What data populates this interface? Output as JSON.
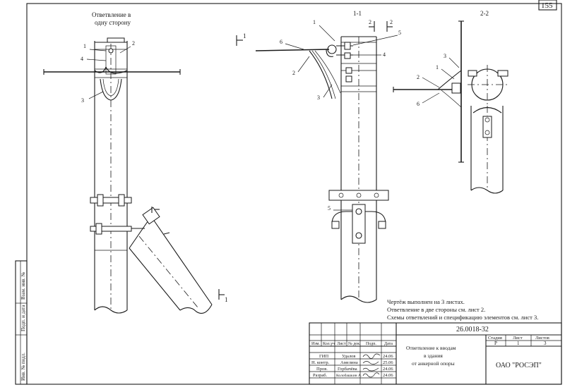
{
  "sheet": {
    "page_number": "155",
    "doc_code": "26.0018-32",
    "org": "ОАО \"РОСЭП\""
  },
  "views": {
    "view1_title_line1": "Ответвление в",
    "view1_title_line2": "одну сторону",
    "section_1_1": "1-1",
    "section_2_2": "2-2",
    "cut_mark_top": "1",
    "cut_mark_bottom": "1",
    "cut2_left": "2",
    "cut2_right": "2"
  },
  "callouts": {
    "v1": [
      "1",
      "4",
      "2",
      "3"
    ],
    "v2": [
      "1",
      "5",
      "6",
      "4",
      "2",
      "3",
      "5"
    ],
    "v3": [
      "3",
      "1",
      "2",
      "6"
    ]
  },
  "notes": [
    "Чертёж выполнен на 3 листах.",
    "Ответвление в две стороны см. лист 2.",
    "Схемы ответвлений и спецификацию элементов см. лист 3."
  ],
  "title_block": {
    "headers": [
      "Изм.",
      "Кол.уч",
      "Лист",
      "№ док.",
      "Подп.",
      "Дата"
    ],
    "roles": [
      {
        "role": "ГИП",
        "name": "Удалов",
        "date": "24.06"
      },
      {
        "role": "Н. контр.",
        "name": "Амелина",
        "date": "25.06"
      },
      {
        "role": "Пров.",
        "name": "Горбачёва",
        "date": "24.06"
      },
      {
        "role": "Разраб.",
        "name": "Колобашкин А.",
        "date": "24.06"
      }
    ],
    "title_lines": [
      "Ответвление к вводам",
      "в здания",
      "от анкерной опоры"
    ],
    "stage_header": "Стадия",
    "sheet_header": "Лист",
    "sheets_header": "Листов",
    "stage": "Р",
    "sheet": "1",
    "sheets": "3"
  },
  "side_stamp": [
    "Инв. № подл.",
    "Подп. и дата",
    "Взам. инв. №"
  ]
}
